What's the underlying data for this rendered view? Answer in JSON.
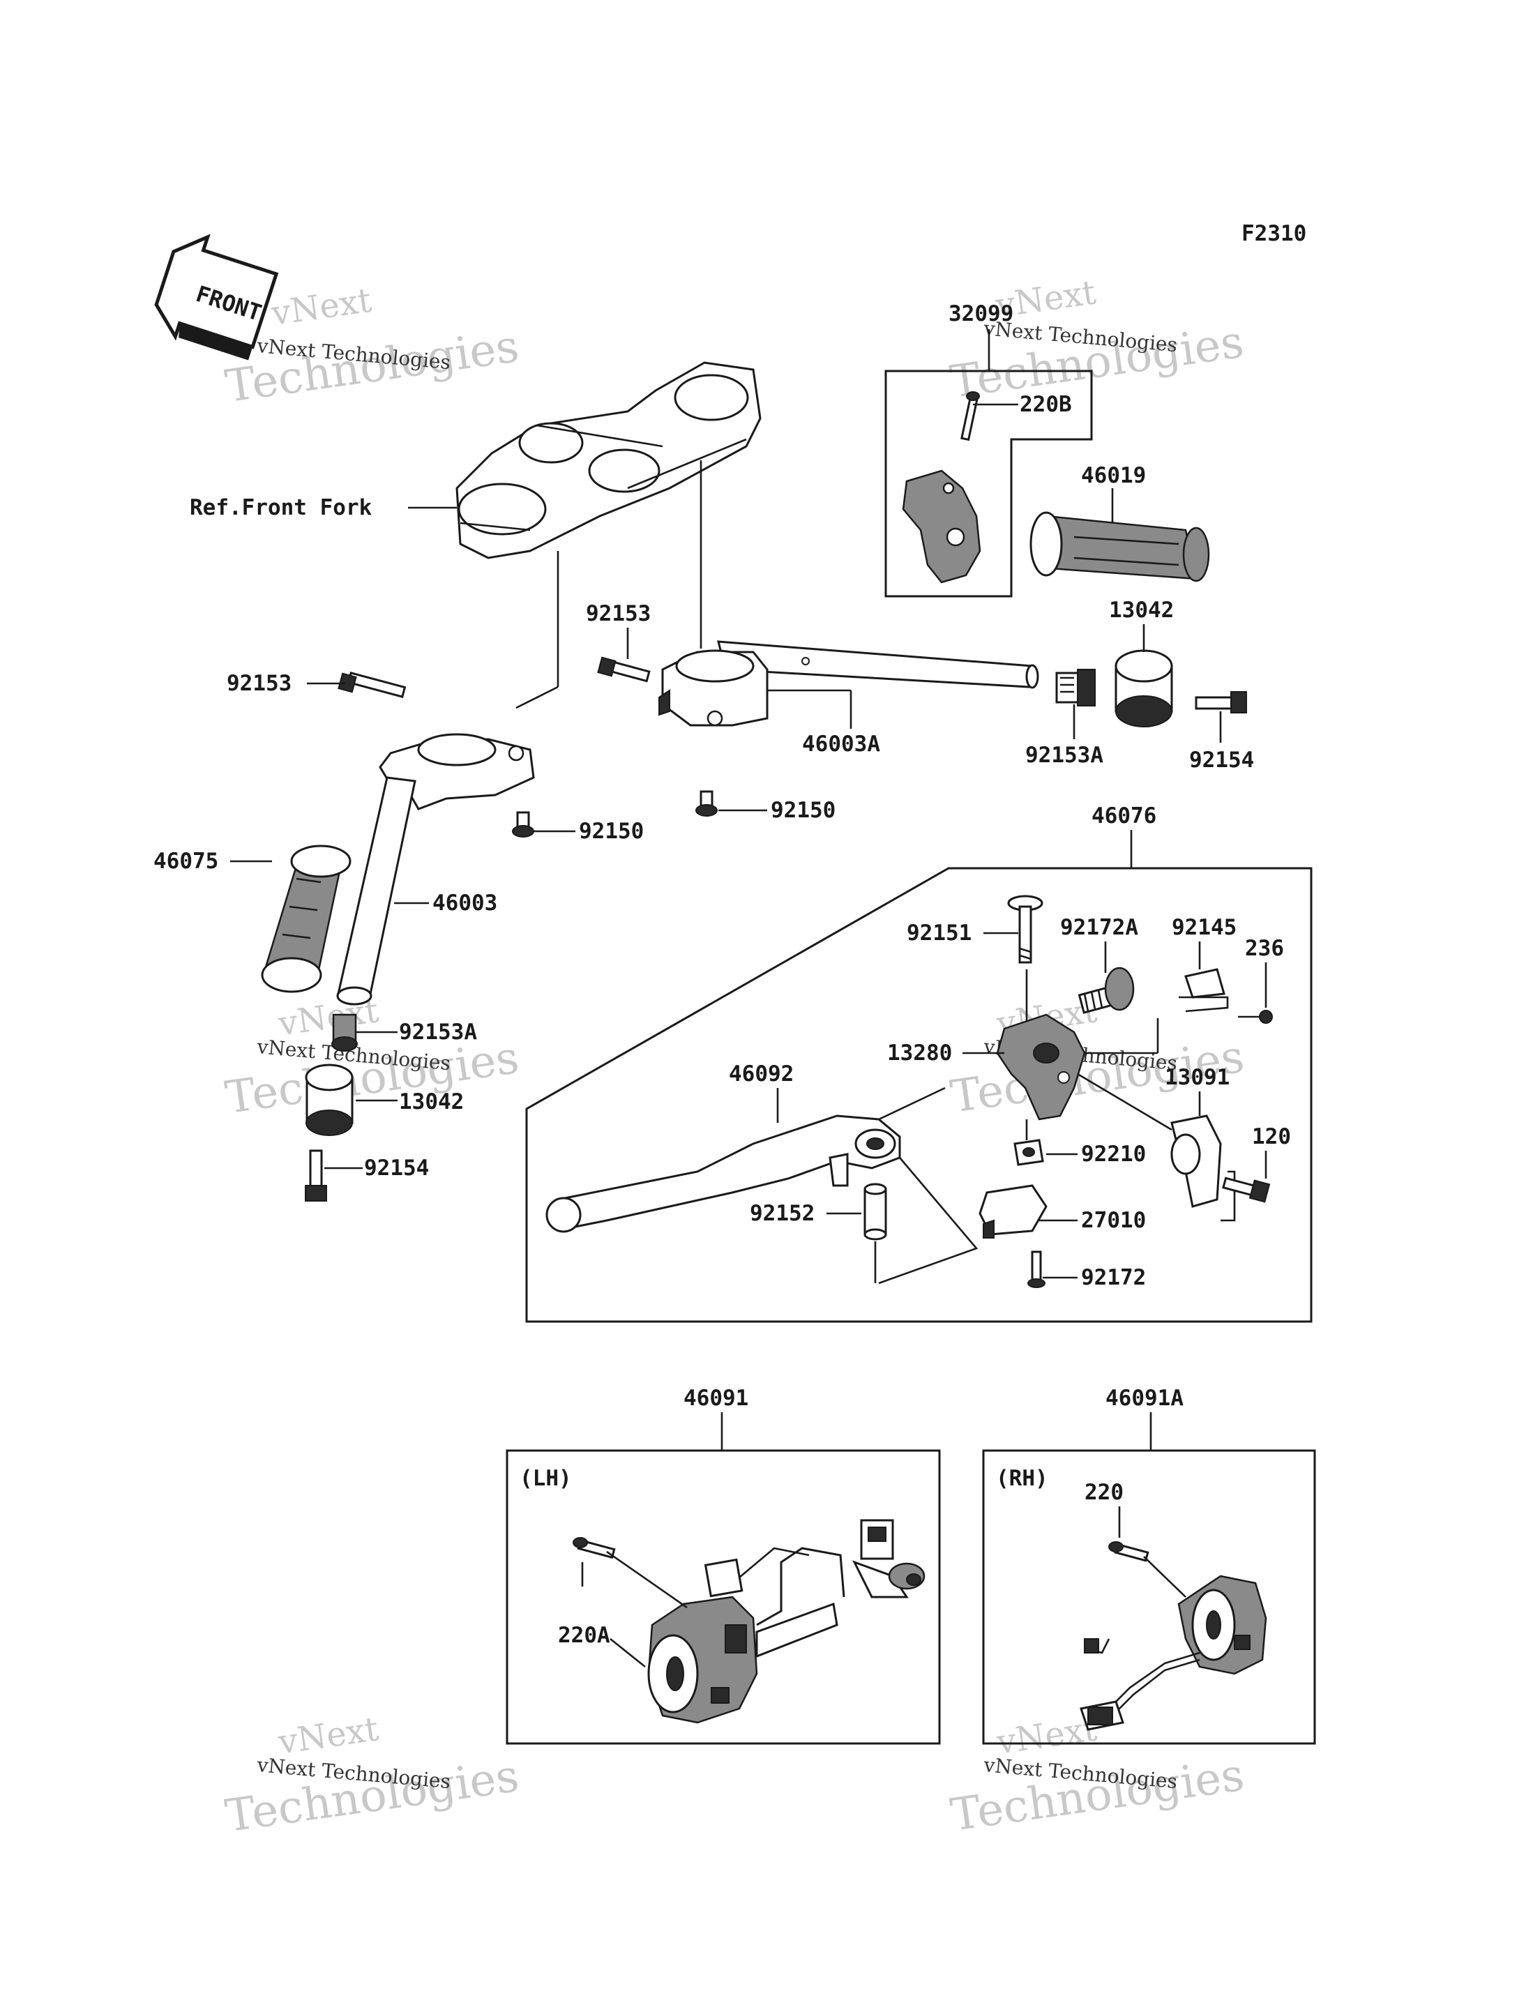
{
  "figure_code": "F2310",
  "front_label": "FRONT",
  "watermark": {
    "line1": "vNext",
    "line2": "Technologies",
    "caption": "vNext Technologies"
  },
  "reference_label": "Ref.Front Fork",
  "parts": [
    "32099",
    "220B",
    "46019",
    "13042",
    "92153",
    "92153",
    "46003A",
    "92153A",
    "92154",
    "92150",
    "92150",
    "46075",
    "46003",
    "92153A",
    "13042",
    "92154",
    "46076",
    "92151",
    "92172A",
    "92145",
    "236",
    "13280",
    "13091",
    "46092",
    "92210",
    "120",
    "92152",
    "27010",
    "92172",
    "46091",
    "46091A",
    "220A",
    "220"
  ],
  "panels": {
    "left": "(LH)",
    "right": "(RH)"
  },
  "colors": {
    "ink": "#1a1a1a",
    "paper": "#ffffff",
    "watermark": "#c8c8c8"
  }
}
